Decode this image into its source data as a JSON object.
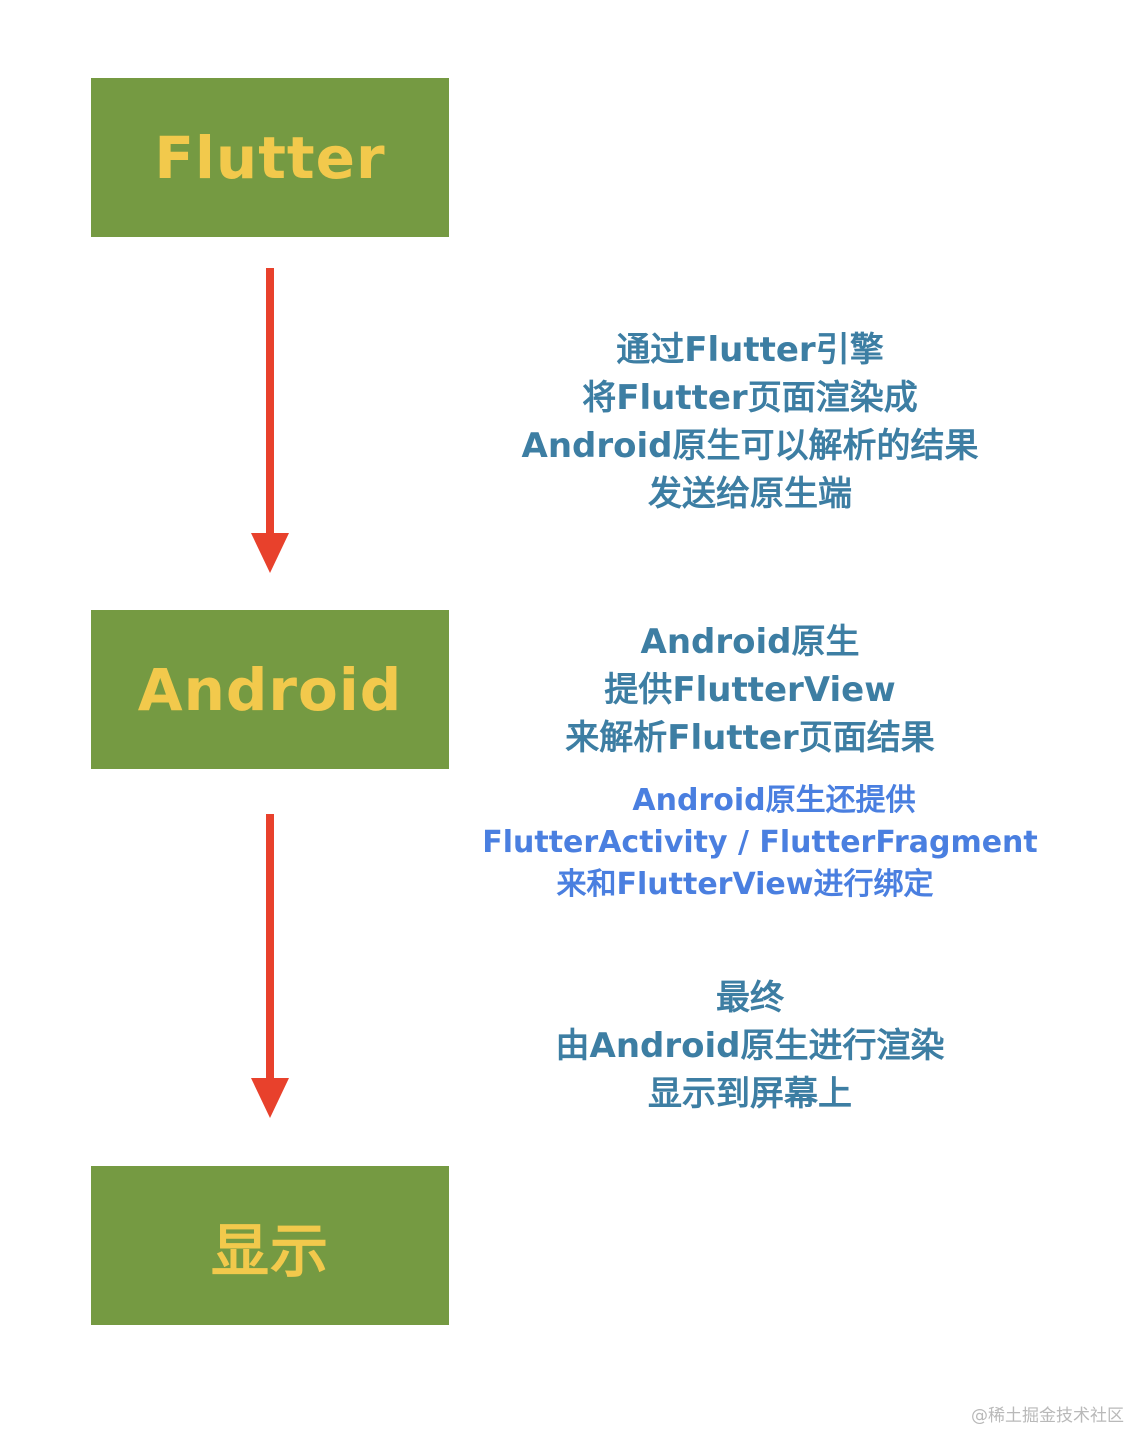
{
  "nodes": {
    "flutter": "Flutter",
    "android": "Android",
    "display": "显示"
  },
  "notes": {
    "step1": [
      "通过Flutter引擎",
      "将Flutter页面渲染成",
      "Android原生可以解析的结果",
      "发送给原生端"
    ],
    "step2": [
      "Android原生",
      "提供FlutterView",
      "来解析Flutter页面结果"
    ],
    "step2_extra": [
      "Android原生还提供",
      "FlutterActivity / FlutterFragment",
      "来和FlutterView进行绑定"
    ],
    "step3": [
      "最终",
      "由Android原生进行渲染",
      "显示到屏幕上"
    ]
  },
  "watermark": "@稀土掘金技术社区",
  "colors": {
    "box_fill": "#759a42",
    "box_text": "#f2c94c",
    "arrow": "#e8412c",
    "note_text": "#3d7ea3",
    "note_extra_text": "#4a7fe0"
  }
}
